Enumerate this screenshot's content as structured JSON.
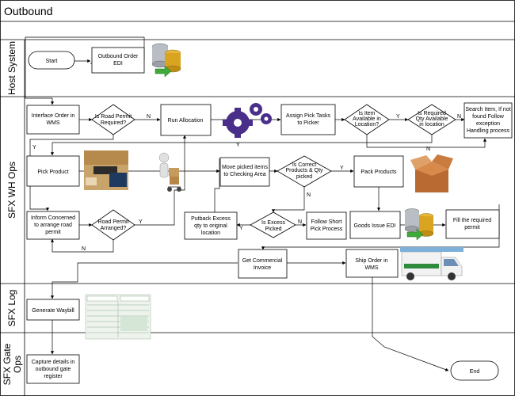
{
  "title": "Outbound",
  "lanes": [
    {
      "id": "host",
      "label": "Host System"
    },
    {
      "id": "wh",
      "label": "SFX WH Ops"
    },
    {
      "id": "log",
      "label": "SFX Log"
    },
    {
      "id": "gate",
      "label": "SFX Gate Ops"
    }
  ],
  "nodes": {
    "start": "Start",
    "outbound_edi": "Outbound Order EDI",
    "interface_order": "Interface Order in WMS",
    "road_permit_required": "Is Road Permit Required?",
    "run_allocation": "Run Allocation",
    "assign_pick": "Assign Pick Tasks to Picker",
    "item_available": "Is Item Available in Location?",
    "required_qty": "Is Required Qty Available in location",
    "search_item": "Search Item, If not found Follow exception Handling process",
    "pick_product": "Pick Product",
    "move_picked": "Move picked items to Checking Area",
    "correct_products": "Is Correct Products & Qty picked",
    "pack_products": "Pack Products",
    "inform_concerned": "Inform Concerned to arrange road permit",
    "road_permit_arranged": "Road Permit Arranged?",
    "putback_excess": "Putback Excess qty to original location",
    "excess_picked": "Is Excess Picked",
    "follow_short_pick": "Follow Short Pick Process",
    "goods_issue_edi": "Goods Issue EDI",
    "fill_permit": "Fill the required permit",
    "get_invoice": "Get Commercial Invoice",
    "ship_order": "Ship Order in WMS",
    "generate_waybill": "Generate Waybill",
    "capture_details": "Capture details in outbound gate register",
    "end": "End"
  },
  "edge_labels": {
    "n": "N",
    "y": "Y"
  },
  "icons": {
    "database": "database-icon",
    "gears": "gears-icon",
    "hand_scanner": "hand-scanner-icon",
    "hand_truck_figure": "hand-truck-figure-icon",
    "open_box": "open-box-icon",
    "delivery_van": "delivery-van-icon",
    "waybill_document": "waybill-document-icon"
  },
  "colors": {
    "gear": "#4a2f8a",
    "db_silver": "#b9bec4",
    "db_gold": "#d9a520",
    "arrow_green": "#3faa3a",
    "box_brown": "#b86a32"
  }
}
